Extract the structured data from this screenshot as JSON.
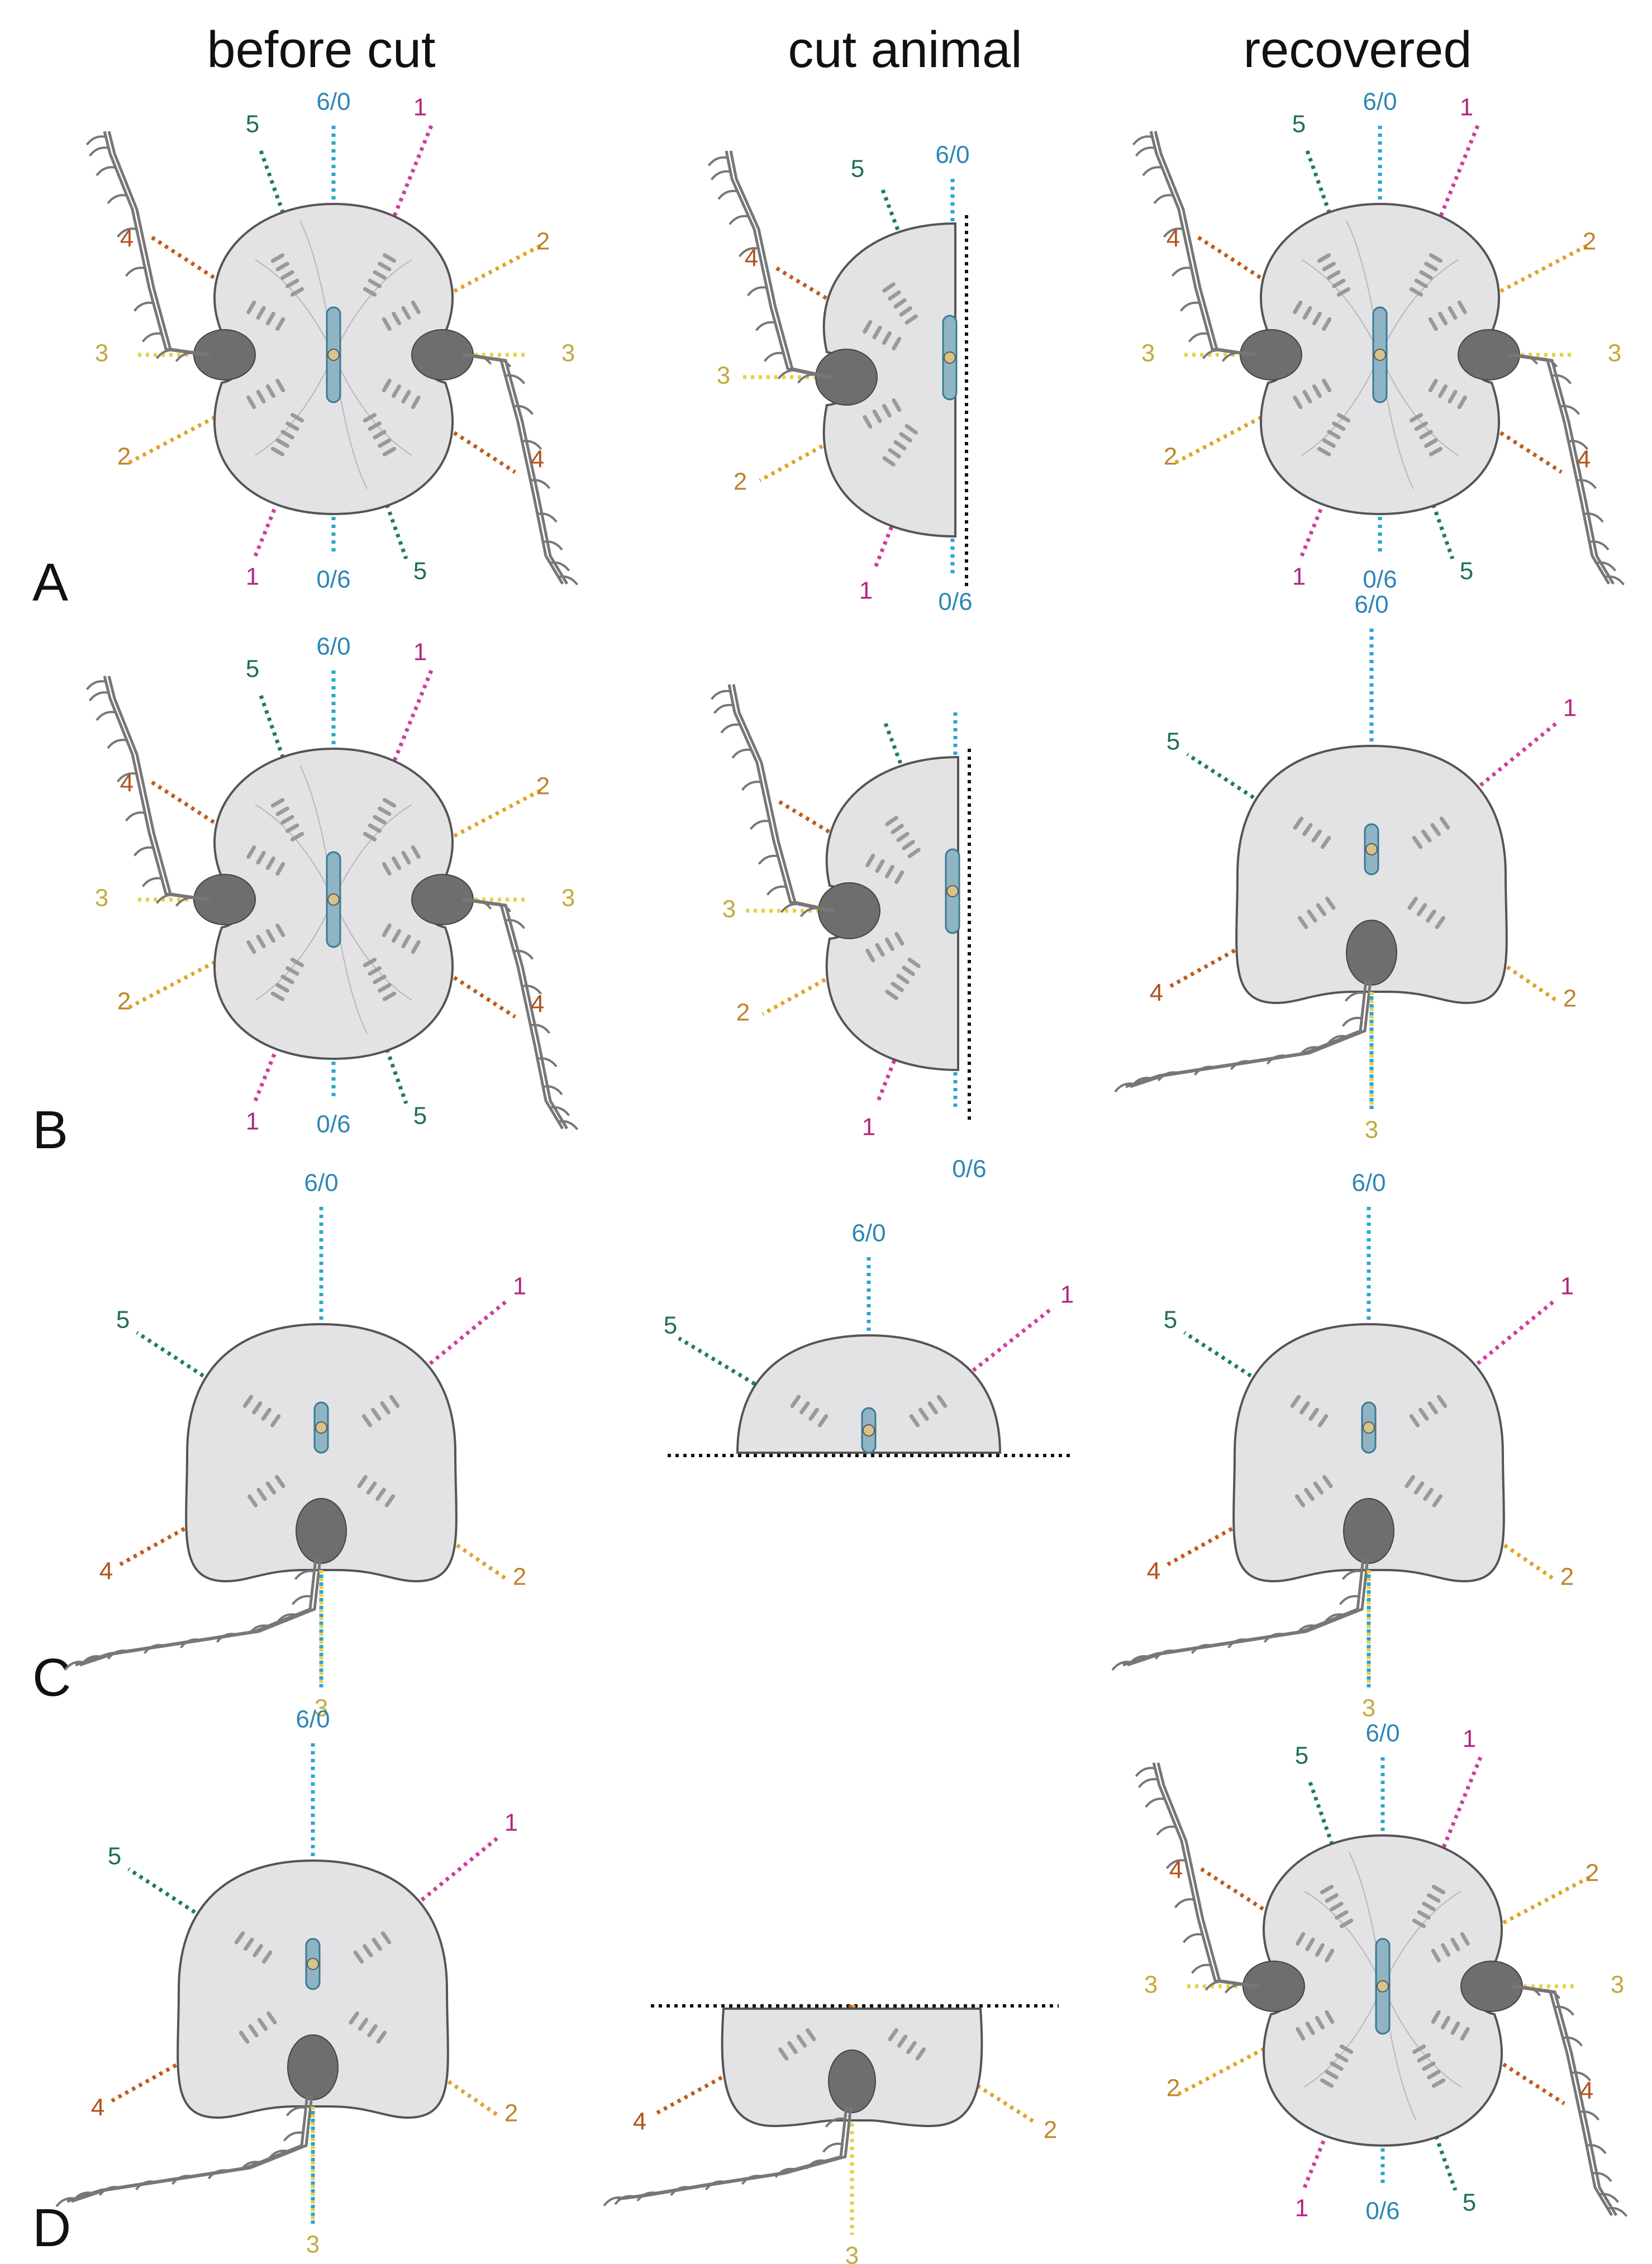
{
  "columns": [
    "before cut",
    "cut animal",
    "recovered"
  ],
  "rows": [
    "A",
    "B",
    "C",
    "D"
  ],
  "axis_colors": {
    "6/0": "#2aa6cf",
    "0/6": "#2aa6cf",
    "1": "#d23c9c",
    "2": "#e0a32a",
    "3": "#e3d24a",
    "4": "#c05a1c",
    "5": "#1f7d5c",
    "cut": "#111111"
  },
  "label_colors": {
    "6/0": "#2d86b5",
    "0/6": "#2d86b5",
    "1": "#b3257f",
    "2": "#c0832a",
    "3": "#c2ab3c",
    "4": "#b0521c",
    "5": "#1f6e55"
  },
  "panels": [
    {
      "id": "A-before",
      "variant": "full"
    },
    {
      "id": "A-cut",
      "variant": "half-left"
    },
    {
      "id": "A-recovered",
      "variant": "full"
    },
    {
      "id": "B-before",
      "variant": "full"
    },
    {
      "id": "B-cut",
      "variant": "half-left"
    },
    {
      "id": "B-recovered",
      "variant": "half"
    },
    {
      "id": "C-before",
      "variant": "half"
    },
    {
      "id": "C-cut",
      "variant": "quarter-top"
    },
    {
      "id": "C-recovered",
      "variant": "half"
    },
    {
      "id": "D-before",
      "variant": "half"
    },
    {
      "id": "D-cut",
      "variant": "quarter-bottom"
    },
    {
      "id": "D-recovered",
      "variant": "full"
    }
  ],
  "labels": {
    "top": "6/0",
    "bottom": "0/6",
    "one": "1",
    "two": "2",
    "three": "3",
    "four": "4",
    "five": "5"
  }
}
